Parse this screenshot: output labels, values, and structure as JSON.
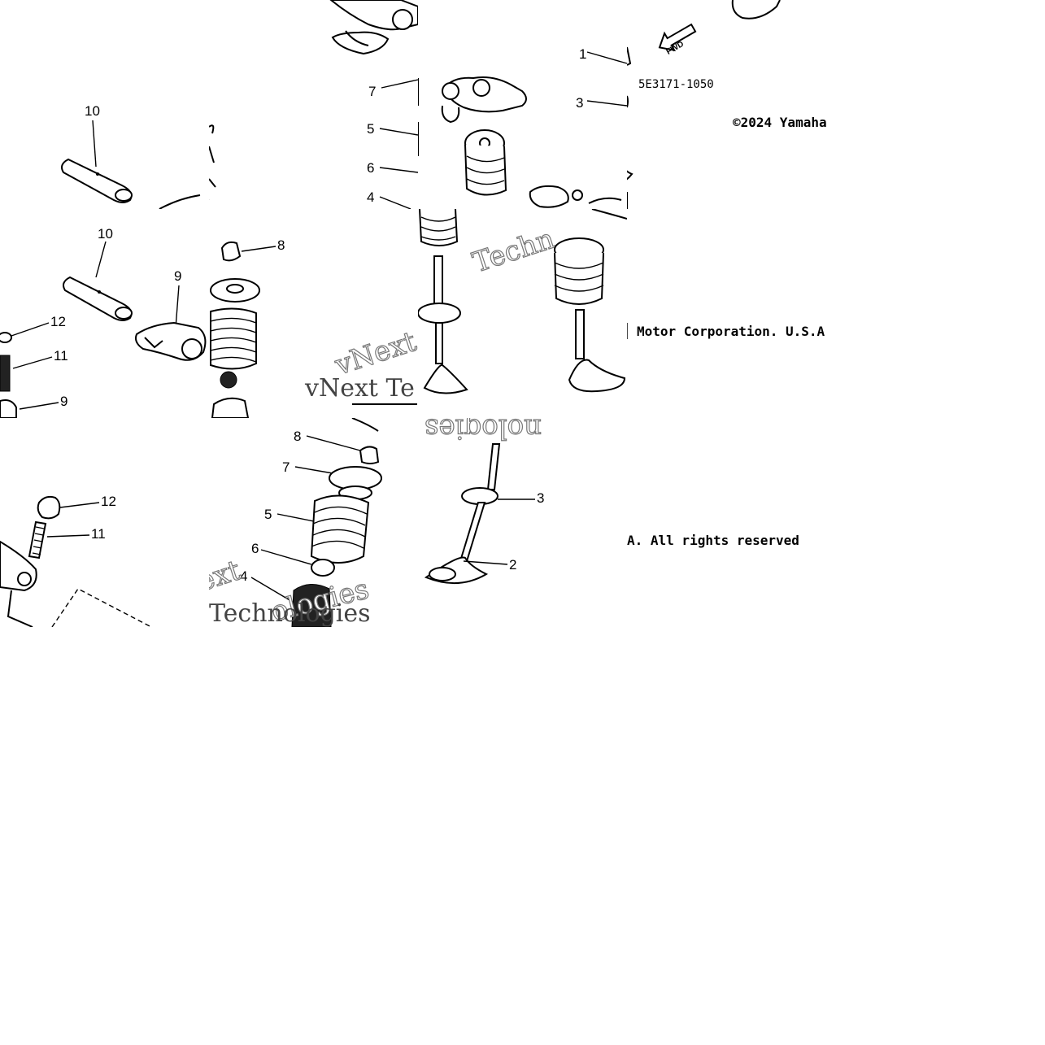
{
  "diagram": {
    "part_number": "5E3171-1050",
    "direction_label": "FWD",
    "copyright_line1": "©2024 Yamaha",
    "copyright_line2": "Motor Corporation. U.S.A",
    "copyright_line3": "A. All rights reserved",
    "watermark_words": [
      "Techn",
      "vNext Tec",
      "ext",
      "Technologies",
      "nologies"
    ],
    "callouts": {
      "c1": "1",
      "c2": "2",
      "c3": "3",
      "c4": "4",
      "c5": "5",
      "c6": "6",
      "c7": "7",
      "c8": "8",
      "c9": "9",
      "c10": "10",
      "c11": "11",
      "c12": "12"
    }
  }
}
